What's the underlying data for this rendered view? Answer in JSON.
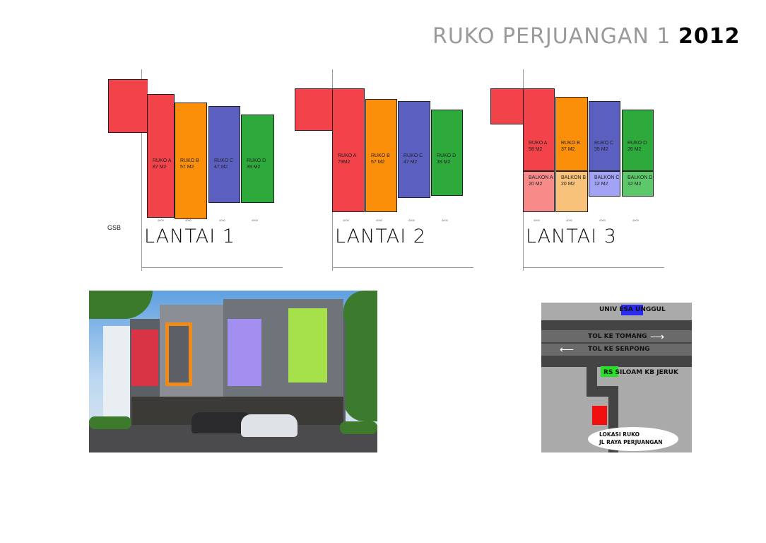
{
  "header": {
    "title": "RUKO PERJUANGAN 1",
    "year": "2012"
  },
  "plans": [
    {
      "label": "LANTAI 1",
      "gsb": "GSB",
      "units": [
        {
          "name": "RUKO A",
          "area": "87 M2",
          "color": "#f2424a"
        },
        {
          "name": "RUKO B",
          "area": "57 M2",
          "color": "#fb8f0a"
        },
        {
          "name": "RUKO C",
          "area": "47 M2",
          "color": "#5b5fc0"
        },
        {
          "name": "RUKO D",
          "area": "39 M2",
          "color": "#2eaa3c"
        }
      ]
    },
    {
      "label": "LANTAI 2",
      "units": [
        {
          "name": "RUKO A",
          "area": "79M2",
          "color": "#f2424a"
        },
        {
          "name": "RUKO B",
          "area": "57 M2",
          "color": "#fb8f0a"
        },
        {
          "name": "RUKO C",
          "area": "47 M2",
          "color": "#5b5fc0"
        },
        {
          "name": "RUKO D",
          "area": "39 M2",
          "color": "#2eaa3c"
        }
      ]
    },
    {
      "label": "LANTAI 3",
      "units": [
        {
          "name": "RUKO A",
          "area": "58 M2",
          "color": "#f2424a"
        },
        {
          "name": "RUKO B",
          "area": "37 M2",
          "color": "#fb8f0a"
        },
        {
          "name": "RUKO C",
          "area": "35 M2",
          "color": "#5b5fc0"
        },
        {
          "name": "RUKO D",
          "area": "26 M2",
          "color": "#2eaa3c"
        }
      ],
      "balconies": [
        {
          "name": "BALKON A",
          "area": "20 M2",
          "color": "#f98a8a"
        },
        {
          "name": "BALKON B",
          "area": "20 M2",
          "color": "#f9c27a"
        },
        {
          "name": "BALKON C",
          "area": "12 M2",
          "color": "#a3a3f5"
        },
        {
          "name": "BALKON D",
          "area": "12 M2",
          "color": "#5cc86a"
        }
      ]
    }
  ],
  "dimension": "4000",
  "map": {
    "university": "UNIV ESA UNGGUL",
    "toll_east": "TOL KE TOMANG",
    "toll_west": "TOL KE SERPONG",
    "hospital": "RS SILOAM KB JERUK",
    "location_line1": "LOKASI RUKO",
    "location_line2": "JL RAYA PERJUANGAN"
  }
}
